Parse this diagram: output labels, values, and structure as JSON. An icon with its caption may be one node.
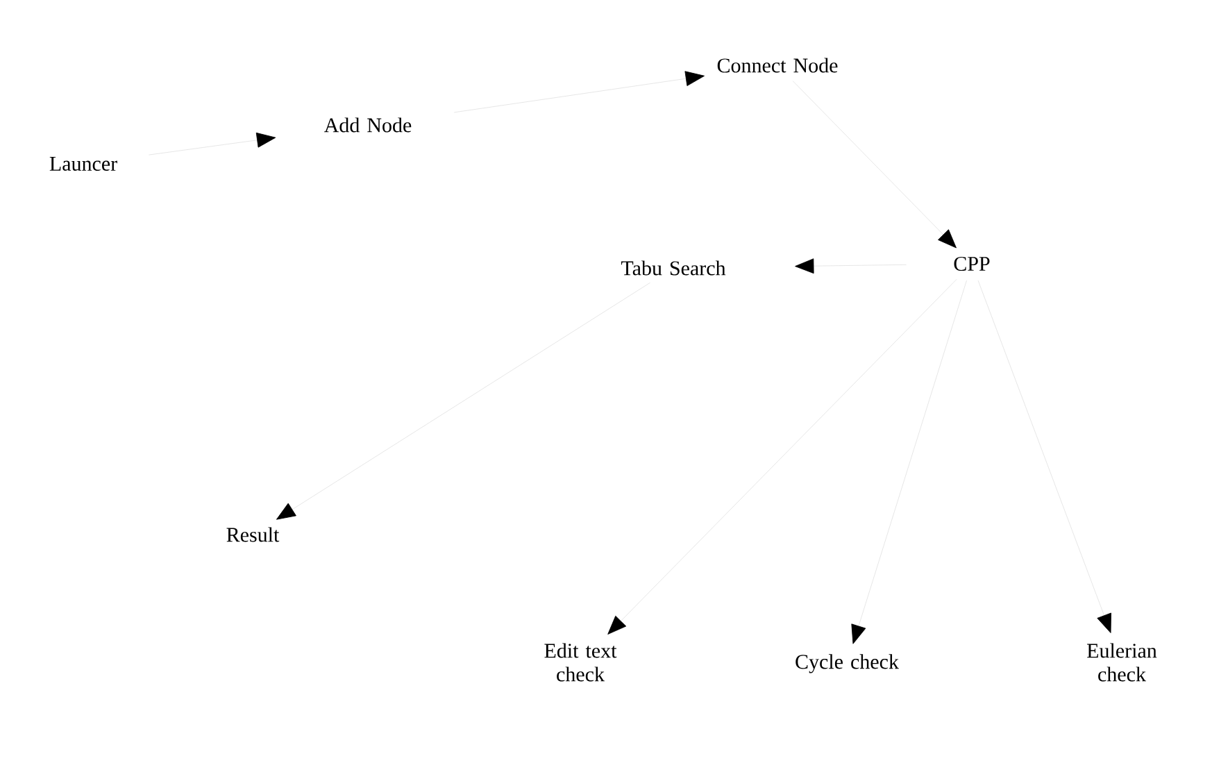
{
  "diagram": {
    "nodes": [
      {
        "text": [
          "Launcer"
        ]
      },
      {
        "text": [
          "Add Node"
        ]
      },
      {
        "text": [
          "Connect Node"
        ]
      },
      {
        "text": [
          "CPP"
        ]
      },
      {
        "text": [
          "Tabu Search"
        ]
      },
      {
        "text": [
          "Result"
        ]
      },
      {
        "text": [
          "Edit text check"
        ]
      },
      {
        "text": [
          "Cycle check"
        ]
      },
      {
        "text": [
          "Eulerian check"
        ]
      }
    ],
    "edges": [
      {
        "from": 0,
        "to": 1,
        "arrow": "to"
      },
      {
        "from": 1,
        "to": 2,
        "arrow": "to"
      },
      {
        "from": 2,
        "to": 3,
        "arrow": "to"
      },
      {
        "from": 3,
        "to": 4,
        "arrow": "to"
      },
      {
        "from": 3,
        "to": 6,
        "arrow": "to"
      },
      {
        "from": 3,
        "to": 7,
        "arrow": "to"
      },
      {
        "from": 3,
        "to": 8,
        "arrow": "to"
      },
      {
        "from": 4,
        "to": 5,
        "arrow": "to"
      }
    ]
  }
}
